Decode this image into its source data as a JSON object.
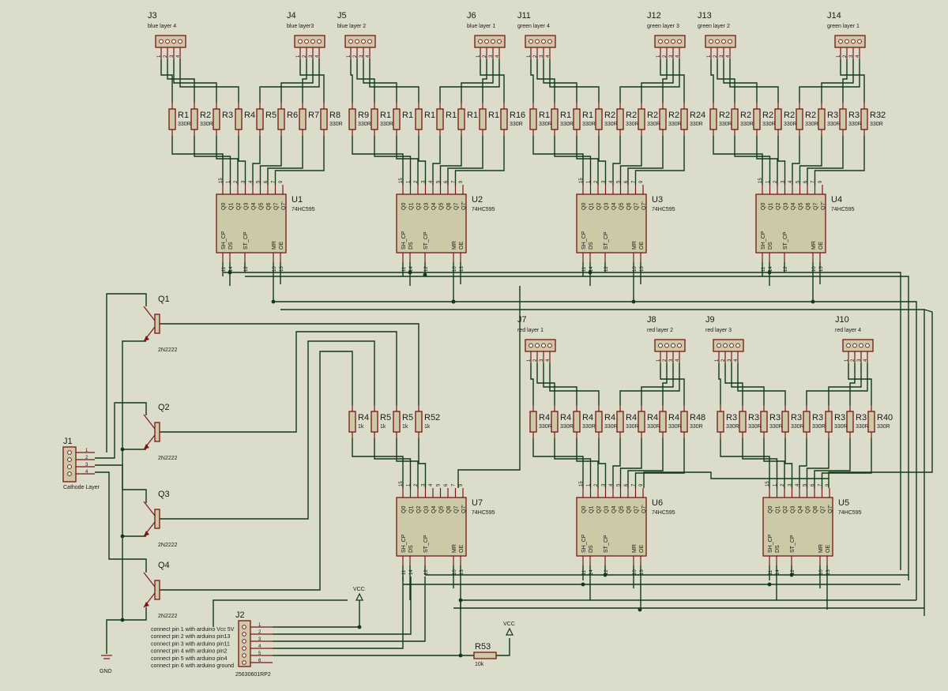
{
  "ic_chips": [
    {
      "ref": "U1",
      "part": "74HC595"
    },
    {
      "ref": "U2",
      "part": "74HC595"
    },
    {
      "ref": "U3",
      "part": "74HC595"
    },
    {
      "ref": "U4",
      "part": "74HC595"
    },
    {
      "ref": "U7",
      "part": "74HC595"
    },
    {
      "ref": "U6",
      "part": "74HC595"
    },
    {
      "ref": "U5",
      "part": "74HC595"
    }
  ],
  "top_pin_labels": [
    "Q0",
    "Q1",
    "Q2",
    "Q3",
    "Q4",
    "Q5",
    "Q6",
    "Q7",
    "Q7'"
  ],
  "top_pin_nums": [
    "15",
    "1",
    "2",
    "3",
    "4",
    "5",
    "6",
    "7",
    "9"
  ],
  "bottom_pin_labels": [
    "SH_CP",
    "DS",
    "ST_CP",
    "MR",
    "OE"
  ],
  "bottom_pin_nums": [
    "11",
    "14",
    "12",
    "10",
    "13"
  ],
  "connectors_top": [
    {
      "ref": "J3",
      "label": "blue layer 4"
    },
    {
      "ref": "J4",
      "label": "blue layer3"
    },
    {
      "ref": "J5",
      "label": "blue layer 2"
    },
    {
      "ref": "J6",
      "label": "blue layer 1"
    },
    {
      "ref": "J11",
      "label": "green layer 4"
    },
    {
      "ref": "J12",
      "label": "green layer 3"
    },
    {
      "ref": "J13",
      "label": "green layer 2"
    },
    {
      "ref": "J14",
      "label": "green layer 1"
    }
  ],
  "connectors_bottom": [
    {
      "ref": "J7",
      "label": "red layer 1"
    },
    {
      "ref": "J8",
      "label": "red layer 2"
    },
    {
      "ref": "J9",
      "label": "red layer 3"
    },
    {
      "ref": "J10",
      "label": "red layer 4"
    }
  ],
  "header_pin_nums": [
    "1",
    "2",
    "3",
    "4"
  ],
  "resistor_banks": [
    {
      "refs": [
        "R1",
        "R2",
        "R3",
        "R4",
        "R5",
        "R6",
        "R7",
        "R8"
      ],
      "vals": [
        "330R",
        "330R",
        "",
        "",
        "",
        "",
        "",
        "330R"
      ]
    },
    {
      "refs": [
        "R9",
        "R1",
        "R1",
        "R1",
        "R1",
        "R1",
        "R1",
        "R16"
      ],
      "vals": [
        "330R",
        "330R",
        "",
        "",
        "",
        "",
        "",
        "330R"
      ]
    },
    {
      "refs": [
        "R1",
        "R1",
        "R1",
        "R2",
        "R2",
        "R2",
        "R2",
        "R24"
      ],
      "vals": [
        "330R",
        "330R",
        "330R",
        "330R",
        "330R",
        "330R",
        "330R",
        "330R"
      ]
    },
    {
      "refs": [
        "R2",
        "R2",
        "R2",
        "R2",
        "R2",
        "R3",
        "R3",
        "R32"
      ],
      "vals": [
        "330R",
        "330R",
        "330R",
        "330R",
        "330R",
        "330R",
        "330R",
        "330R"
      ]
    },
    {
      "refs": [
        "R4",
        "R4",
        "R4",
        "R4",
        "R4",
        "R4",
        "R4",
        "R48"
      ],
      "vals": [
        "330R",
        "330R",
        "330R",
        "330R",
        "330R",
        "330R",
        "330R",
        "330R"
      ]
    },
    {
      "refs": [
        "R3",
        "R3",
        "R3",
        "R3",
        "R3",
        "R3",
        "R3",
        "R40"
      ],
      "vals": [
        "330R",
        "330R",
        "330R",
        "330R",
        "330R",
        "330R",
        "330R",
        "330R"
      ]
    },
    {
      "refs": [
        "R4",
        "R5",
        "R5",
        "R52"
      ],
      "vals": [
        "1k",
        "1k",
        "1k",
        "1k"
      ]
    }
  ],
  "transistors": [
    {
      "ref": "Q1",
      "part": "2N2222"
    },
    {
      "ref": "Q2",
      "part": "2N2222"
    },
    {
      "ref": "Q3",
      "part": "2N2222"
    },
    {
      "ref": "Q4",
      "part": "2N2222"
    }
  ],
  "j1": {
    "ref": "J1",
    "label": "Cathode Layer",
    "pins": [
      "1",
      "2",
      "3",
      "4"
    ]
  },
  "j2": {
    "ref": "J2",
    "part": "25630601RP2",
    "pins": [
      "1",
      "2",
      "3",
      "4",
      "5",
      "6"
    ]
  },
  "notes": [
    "connect pin 1 with arduino Vcc 5V",
    "connect pin 2 with arduino pin13",
    "connect pin 3 with arduino pin11",
    "connect pin 4 with arduino pin2",
    "connect pin 5 with arduino pin4",
    "connect pin 6 with arduino ground"
  ],
  "r53": {
    "ref": "R53",
    "value": "10k"
  },
  "power": {
    "vcc": "VCC",
    "gnd": "GND"
  }
}
